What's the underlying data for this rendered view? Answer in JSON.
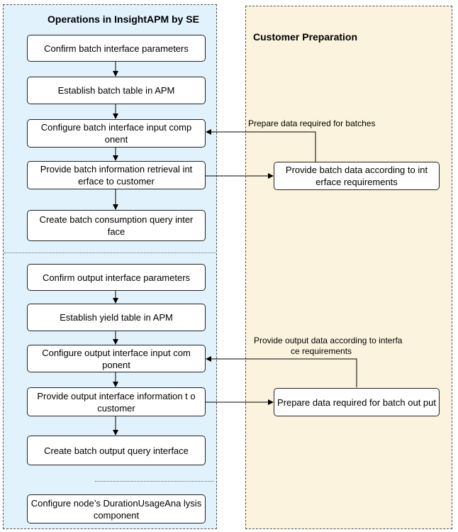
{
  "lanes": {
    "se": {
      "title": "Operations in InsightAPM by SE"
    },
    "customer": {
      "title": "Customer Preparation"
    }
  },
  "steps": {
    "confirm_batch_params": "Confirm batch interface parameters",
    "establish_batch_table": "Establish batch table in APM",
    "configure_batch_input": "Configure batch interface input comp onent",
    "provide_batch_retrieval": "Provide batch information retrieval int erface to customer",
    "create_batch_consumption": "Create batch consumption query inter face",
    "confirm_output_params": "Confirm output interface parameters",
    "establish_yield_table": "Establish yield table in APM",
    "configure_output_input": "Configure output interface input com ponent",
    "provide_output_info": "Provide output interface information t o customer",
    "create_batch_output": "Create batch output query interface",
    "configure_duration": "Configure node’s DurationUsageAna lysis component",
    "provide_batch_data": "Provide batch data according to int erface requirements",
    "prepare_batch_output": "Prepare data required for batch out put"
  },
  "edge_labels": {
    "prepare_batches": "Prepare data required for batches",
    "provide_output_line1": "Provide output data according to interfa",
    "provide_output_line2": "ce requirements"
  }
}
